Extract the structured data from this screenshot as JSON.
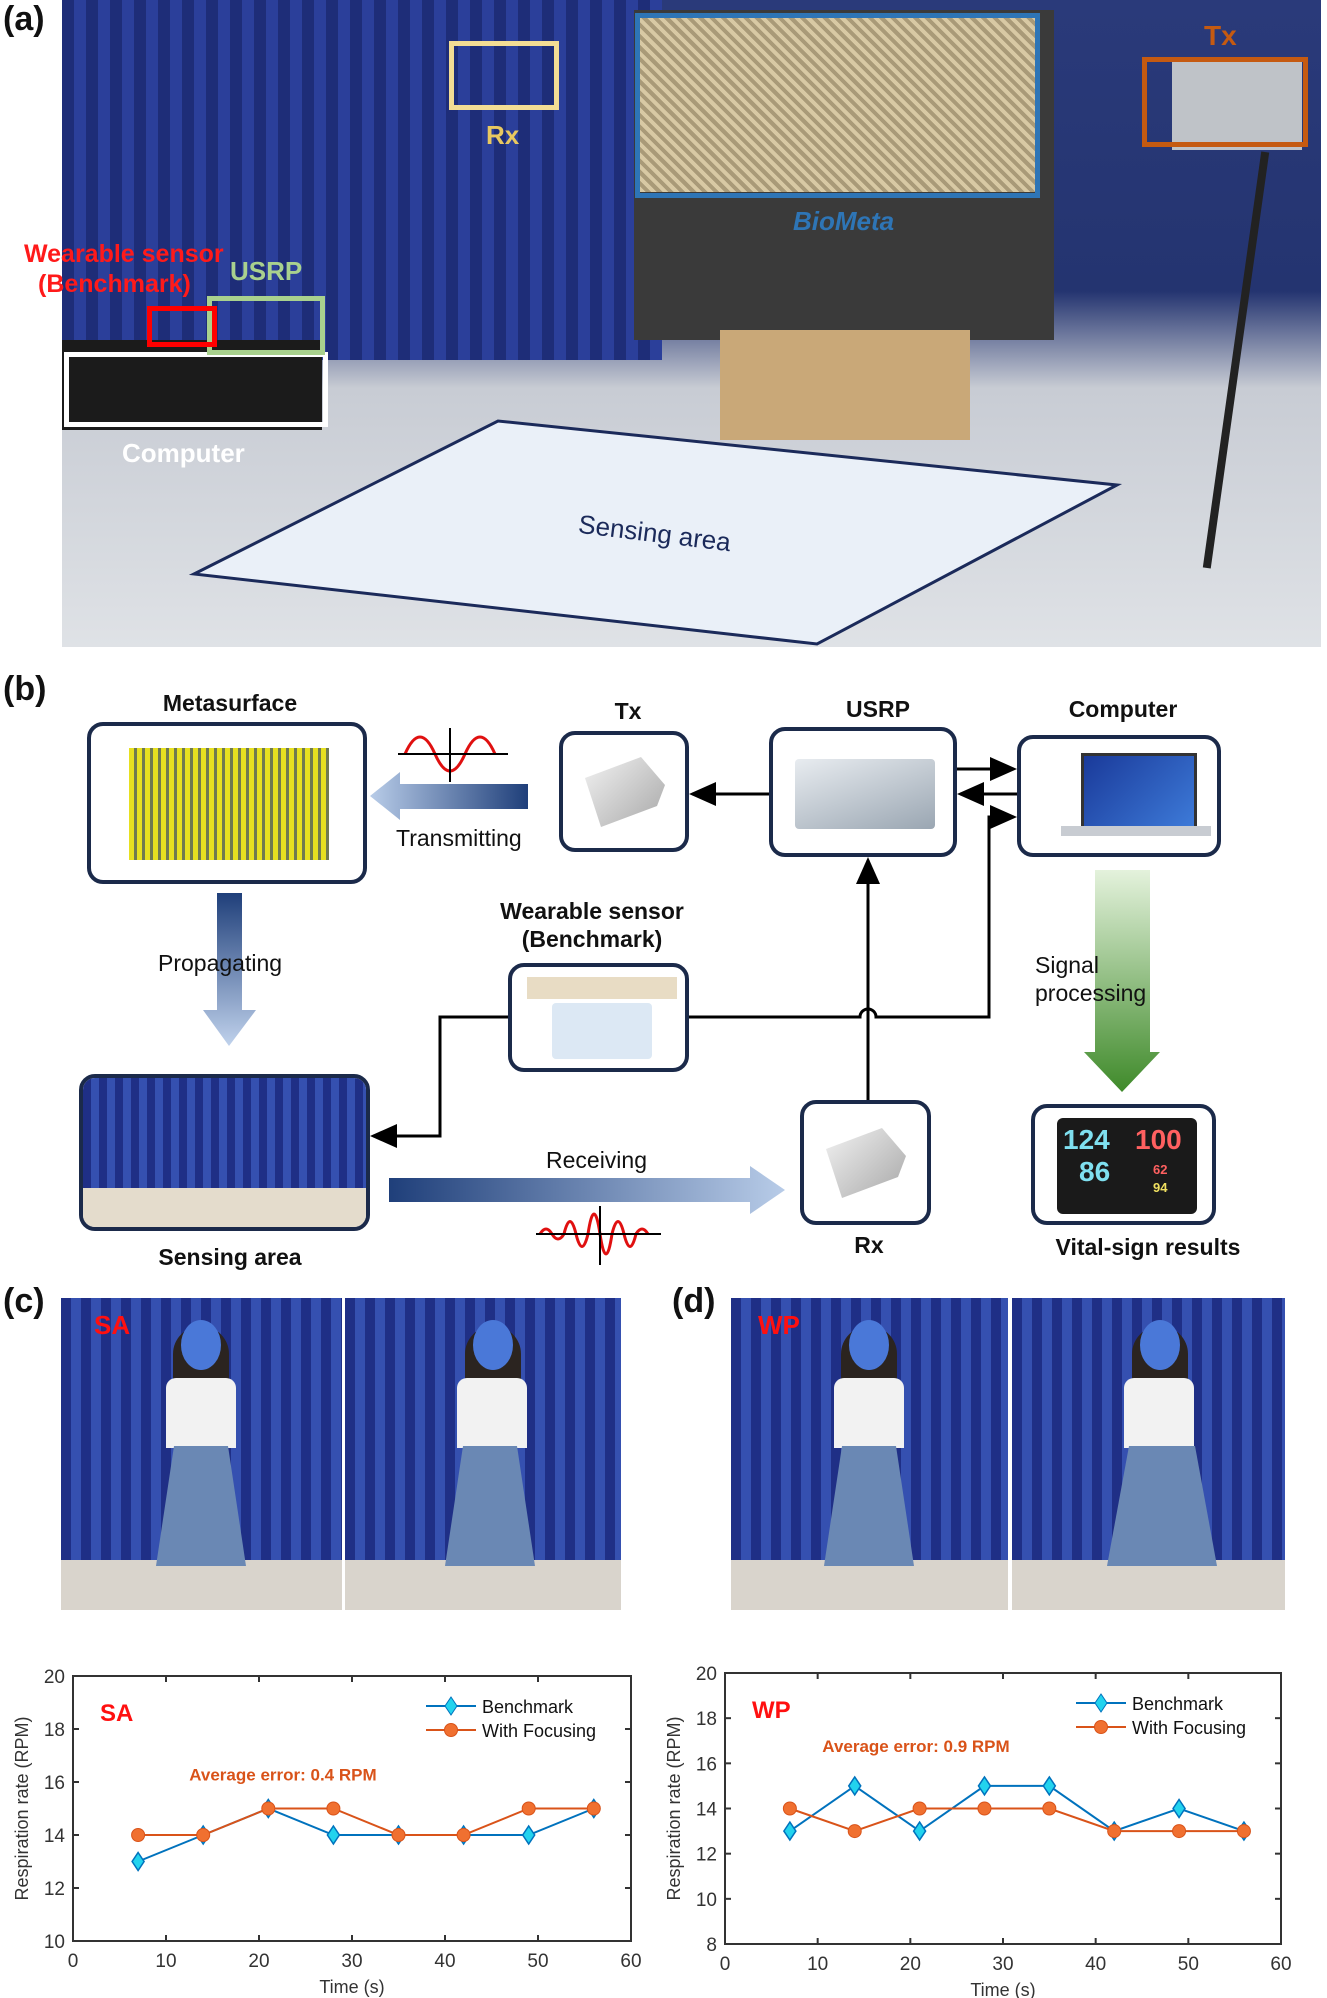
{
  "panels": {
    "a": "(a)",
    "b": "(b)",
    "c": "(c)",
    "d": "(d)"
  },
  "photo_a": {
    "rx": "Rx",
    "biometa": "BioMeta",
    "tx": "Tx",
    "wearable_line1": "Wearable sensor",
    "wearable_line2": "(Benchmark)",
    "usrp": "USRP",
    "computer": "Computer",
    "sensing_area": "Sensing area",
    "colors": {
      "rx": "#f3dd94",
      "biometa": "#2e75b6",
      "tx": "#c55a11",
      "wearable": "#ff0000",
      "usrp": "#a9d18e",
      "computer": "#ffffff"
    }
  },
  "diagram_b": {
    "metasurface": "Metasurface",
    "tx": "Tx",
    "usrp": "USRP",
    "computer": "Computer",
    "transmitting": "Transmitting",
    "propagating": "Propagating",
    "wearable_line1": "Wearable sensor",
    "wearable_line2": "(Benchmark)",
    "signal_line1": "Signal",
    "signal_line2": "processing",
    "sensing_area": "Sensing area",
    "receiving": "Receiving",
    "rx": "Rx",
    "vital_results": "Vital-sign results",
    "monitor": {
      "v1": "124",
      "v2": "100",
      "v3": "86",
      "v4": "62",
      "v5": "94"
    }
  },
  "photos": {
    "c_tag": "SA",
    "d_tag": "WP"
  },
  "chart_data": [
    {
      "type": "line",
      "tag": "SA",
      "annotation": "Average error: 0.4 RPM",
      "xlabel": "Time (s)",
      "ylabel": "Respiration rate (RPM)",
      "xlim": [
        0,
        60
      ],
      "ylim": [
        10,
        20
      ],
      "xticks": [
        0,
        10,
        20,
        30,
        40,
        50,
        60
      ],
      "yticks": [
        10,
        12,
        14,
        16,
        18,
        20
      ],
      "legend": "top-right",
      "x": [
        7,
        14,
        21,
        28,
        35,
        42,
        49,
        56
      ],
      "series": [
        {
          "name": "Benchmark",
          "marker": "diamond",
          "color": "#0072bd",
          "fill": "#22d3ee",
          "values": [
            13,
            14,
            15,
            14,
            14,
            14,
            14,
            15
          ]
        },
        {
          "name": "With Focusing",
          "marker": "circle",
          "color": "#d95319",
          "fill": "#f07030",
          "values": [
            14,
            14,
            15,
            15,
            14,
            14,
            15,
            15
          ]
        }
      ]
    },
    {
      "type": "line",
      "tag": "WP",
      "annotation": "Average error: 0.9 RPM",
      "xlabel": "Time (s)",
      "ylabel": "Respiration rate (RPM)",
      "xlim": [
        0,
        60
      ],
      "ylim": [
        8,
        20
      ],
      "xticks": [
        0,
        10,
        20,
        30,
        40,
        50,
        60
      ],
      "yticks": [
        8,
        10,
        12,
        14,
        16,
        18,
        20
      ],
      "legend": "top-right",
      "x": [
        7,
        14,
        21,
        28,
        35,
        42,
        49,
        56
      ],
      "series": [
        {
          "name": "Benchmark",
          "marker": "diamond",
          "color": "#0072bd",
          "fill": "#22d3ee",
          "values": [
            13,
            15,
            13,
            15,
            15,
            13,
            14,
            13
          ]
        },
        {
          "name": "With Focusing",
          "marker": "circle",
          "color": "#d95319",
          "fill": "#f07030",
          "values": [
            14,
            13,
            14,
            14,
            14,
            13,
            13,
            13
          ]
        }
      ]
    }
  ]
}
